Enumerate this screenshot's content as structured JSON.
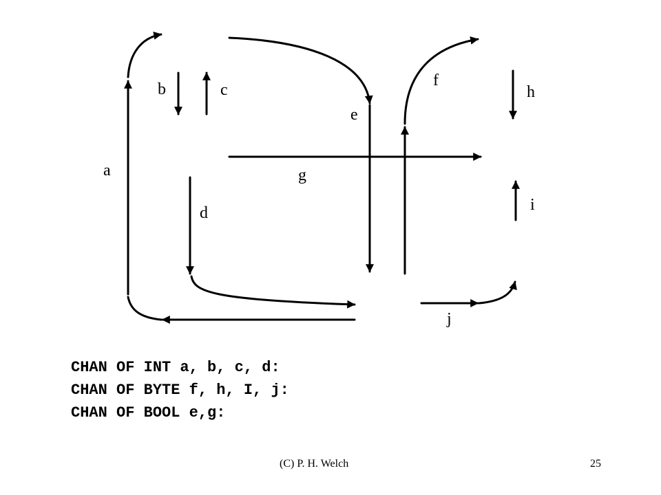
{
  "diagram": {
    "colors": {
      "stroke": "#000000",
      "background": "#ffffff"
    },
    "channels": [
      {
        "id": "a",
        "label": "a"
      },
      {
        "id": "b",
        "label": "b"
      },
      {
        "id": "c",
        "label": "c"
      },
      {
        "id": "d",
        "label": "d"
      },
      {
        "id": "e",
        "label": "e"
      },
      {
        "id": "f",
        "label": "f"
      },
      {
        "id": "g",
        "label": "g"
      },
      {
        "id": "h",
        "label": "h"
      },
      {
        "id": "i",
        "label": "i"
      },
      {
        "id": "j",
        "label": "j"
      }
    ]
  },
  "code_lines": [
    "CHAN OF INT a, b, c, d:",
    "CHAN OF BYTE f, h, I, j:",
    "CHAN OF BOOL e,g:"
  ],
  "footer": {
    "author": "(C) P. H. Welch",
    "page_number": "25"
  }
}
